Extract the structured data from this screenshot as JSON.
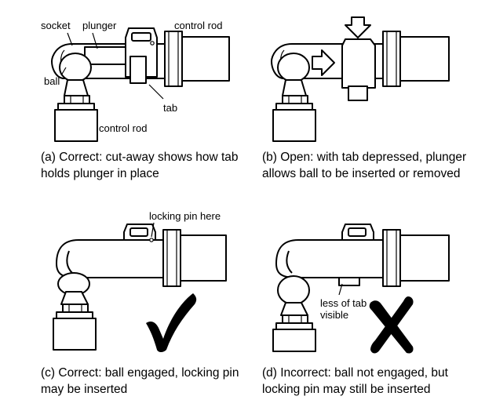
{
  "panels": {
    "a": {
      "labels": {
        "socket": "socket",
        "plunger": "plunger",
        "control_rod_top": "control rod",
        "ball": "ball",
        "tab": "tab",
        "control_rod_bottom": "control rod"
      },
      "caption": [
        "(a) Correct: cut-away shows how tab",
        "holds plunger in place"
      ]
    },
    "b": {
      "caption": [
        "(b) Open: with tab depressed, plunger",
        "allows ball to be inserted or removed"
      ]
    },
    "c": {
      "labels": {
        "locking_pin": "locking pin here"
      },
      "caption": [
        "(c) Correct: ball engaged, locking pin",
        "may be inserted"
      ]
    },
    "d": {
      "labels": {
        "less_tab_1": "less of tab",
        "less_tab_2": "visible"
      },
      "caption": [
        "(d) Incorrect: ball not engaged, but",
        "locking pin may still be inserted"
      ]
    }
  },
  "icons": {
    "correct": "checkmark-icon",
    "incorrect": "x-mark-icon"
  }
}
